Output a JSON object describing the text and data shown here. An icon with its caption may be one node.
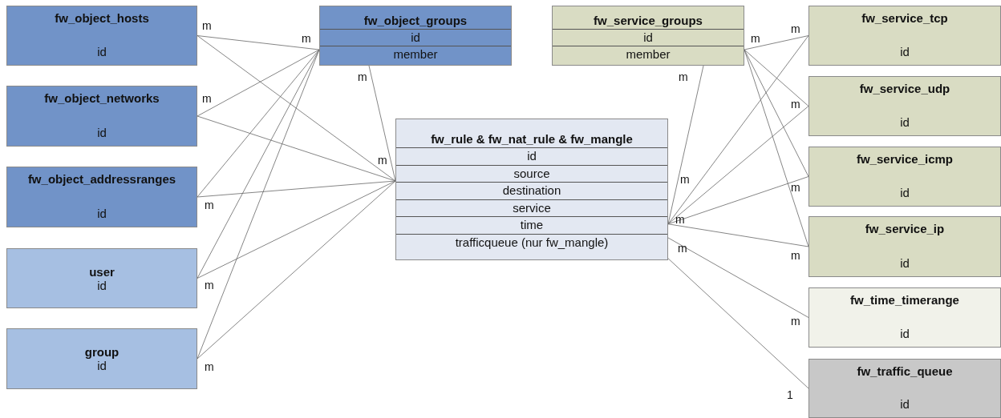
{
  "diagram": {
    "nodes": [
      {
        "text": [
          "fw_object_hosts",
          "id"
        ]
      },
      {
        "text": [
          "fw_object_networks",
          "id"
        ]
      },
      {
        "text": [
          "fw_object_addressranges",
          "id"
        ]
      },
      {
        "text": [
          "user",
          "id"
        ]
      },
      {
        "text": [
          "group",
          "id"
        ]
      },
      {
        "text": [
          "fw_object_groups",
          "id",
          "member"
        ]
      },
      {
        "text": [
          "fw_rule & fw_nat_rule & fw_mangle",
          "id",
          "source",
          "destination",
          "service",
          "time",
          "trafficqueue (nur fw_mangle)"
        ]
      },
      {
        "text": [
          "fw_service_groups",
          "id",
          "member"
        ]
      },
      {
        "text": [
          "fw_service_tcp",
          "id"
        ]
      },
      {
        "text": [
          "fw_service_udp",
          "id"
        ]
      },
      {
        "text": [
          "fw_service_icmp",
          "id"
        ]
      },
      {
        "text": [
          "fw_service_ip",
          "id"
        ]
      },
      {
        "text": [
          "fw_time_timerange",
          "id"
        ]
      },
      {
        "text": [
          "fw_traffic_queue",
          "id"
        ]
      }
    ],
    "edges": [
      {
        "from": 0,
        "to": 5,
        "arrow": "none"
      },
      {
        "from": 1,
        "to": 5,
        "arrow": "none"
      },
      {
        "from": 2,
        "to": 5,
        "arrow": "none"
      },
      {
        "from": 3,
        "to": 5,
        "arrow": "none"
      },
      {
        "from": 4,
        "to": 5,
        "arrow": "none"
      },
      {
        "from": 0,
        "to": 6,
        "arrow": "none"
      },
      {
        "from": 1,
        "to": 6,
        "arrow": "none"
      },
      {
        "from": 2,
        "to": 6,
        "arrow": "none"
      },
      {
        "from": 3,
        "to": 6,
        "arrow": "none"
      },
      {
        "from": 4,
        "to": 6,
        "arrow": "none"
      },
      {
        "from": 5,
        "to": 6,
        "arrow": "none"
      },
      {
        "from": 7,
        "to": 6,
        "arrow": "none"
      },
      {
        "from": 7,
        "to": 8,
        "arrow": "none"
      },
      {
        "from": 7,
        "to": 9,
        "arrow": "none"
      },
      {
        "from": 7,
        "to": 10,
        "arrow": "none"
      },
      {
        "from": 7,
        "to": 11,
        "arrow": "none"
      },
      {
        "from": 6,
        "to": 8,
        "arrow": "none"
      },
      {
        "from": 6,
        "to": 9,
        "arrow": "none"
      },
      {
        "from": 6,
        "to": 10,
        "arrow": "none"
      },
      {
        "from": 6,
        "to": 11,
        "arrow": "none"
      },
      {
        "from": 6,
        "to": 12,
        "arrow": "none"
      },
      {
        "from": 6,
        "to": 13,
        "arrow": "none"
      }
    ],
    "labels": [
      "m",
      "m",
      "m",
      "m",
      "m",
      "m",
      "m",
      "m",
      "m",
      "m",
      "m",
      "m",
      "m",
      "m",
      "m",
      "m",
      "m",
      "m",
      "1"
    ]
  }
}
